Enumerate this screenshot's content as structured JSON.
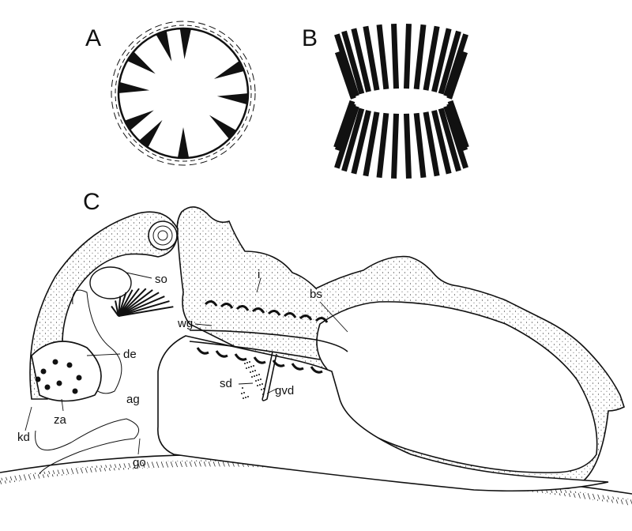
{
  "panels": {
    "a": "A",
    "b": "B",
    "c": "C"
  },
  "labels": {
    "so": "so",
    "i": "i",
    "bs": "bs",
    "wg": "wg",
    "de": "de",
    "ag": "ag",
    "sd": "sd",
    "gvd": "gvd",
    "za": "za",
    "kd": "kd",
    "go": "go"
  }
}
